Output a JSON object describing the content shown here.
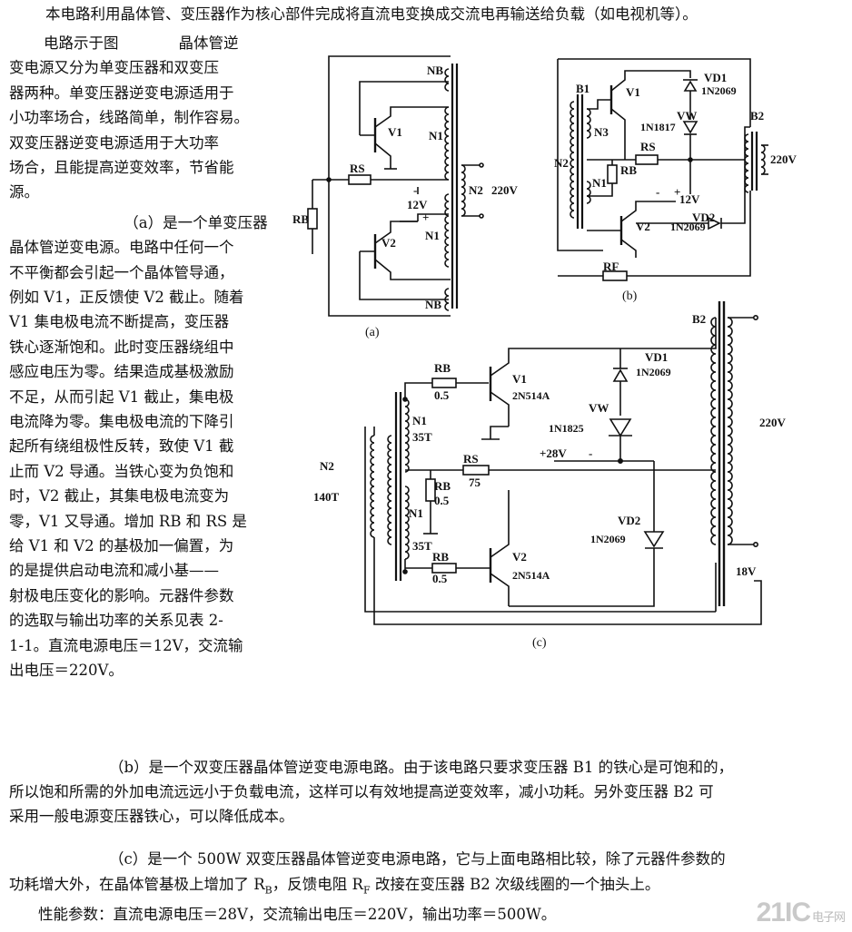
{
  "text": {
    "intro": "本电路利用晶体管、变压器作为核心部件完成将直流电变换成交流电再输送给负载（如电视机等）。",
    "left_lines": [
      "电路示于图　　　　晶体管逆",
      "变电源又分为单变压器和双变压",
      "器两种。单变压器逆变电源适用于",
      "小功率场合，线路简单，制作容易。",
      "双变压器逆变电源适用于大功率",
      "场合，且能提高逆变效率，节省能",
      "源。",
      "　（a）是一个单变压器",
      "晶体管逆变电源。电路中任何一个",
      "不平衡都会引起一个晶体管导通，",
      "例如 V1，正反馈使 V2 截止。随着",
      "V1 集电极电流不断提高，变压器",
      "铁心逐渐饱和。此时变压器绕组中",
      "感应电压为零。结果造成基极激励",
      "不足，从而引起 V1 截止，集电极",
      "电流降为零。集电极电流的下降引",
      "起所有绕组极性反转，致使 V1 截",
      "止而 V2 导通。当铁心变为负饱和",
      "时，V2 截止，其集电极电流变为",
      "零，V1 又导通。增加 RB 和 RS 是",
      "给 V1 和 V2 的基极加一偏置，为",
      "的是提供启动电流和减小基——",
      "射极电压变化的影响。元器件参数",
      "的选取与输出功率的关系见表 2-",
      "1-1。直流电源电压＝12V，交流输",
      "出电压＝220V。"
    ],
    "para_b_1": "（b）是一个双变压器晶体管逆变电源电路。由于该电路只要求变压器 B1 的铁心是可饱和的，",
    "para_b_2": "所以饱和所需的外加电流远远小于负载电流，这样可以有效地提高逆变效率，减小功耗。另外变压器 B2 可",
    "para_b_3": "采用一般电源变压器铁心，可以降低成本。",
    "para_c_1": "（c）是一个 500W 双变压器晶体管逆变电源电路，它与上面电路相比较，除了元器件参数的",
    "para_c_2": "功耗增大外，在晶体管基极上增加了 R",
    "para_c_2_sub1": "B",
    "para_c_2_mid": "，反馈电阻 R",
    "para_c_2_sub2": "F",
    "para_c_2_end": " 改接在变压器 B2 次级线圈的一个抽头上。",
    "perf": "性能参数：直流电源电压＝28V，交流输出电压＝220V，输出功率＝500W。"
  },
  "circuit_a": {
    "caption": "(a)",
    "labels": [
      "NB",
      "V1",
      "N1",
      "RS",
      "220V",
      "N2",
      "RB",
      "12V",
      "-",
      "+",
      "V2",
      "N1",
      "NB"
    ]
  },
  "circuit_b": {
    "caption": "(b)",
    "labels": [
      "B1",
      "V1",
      "VD1",
      "1N2069",
      "VW",
      "1N1817",
      "B2",
      "N3",
      "RS",
      "220V",
      "N2",
      "RB",
      "N1",
      "-",
      "12V",
      "+",
      "V2",
      "VD2",
      "1N2069",
      "RF"
    ]
  },
  "circuit_c": {
    "caption": "(c)",
    "labels": [
      "B2",
      "VD1",
      "1N2069",
      "RB",
      "V1",
      "0.5",
      "2N514A",
      "220V",
      "N1",
      "VW",
      "35T",
      "1N1825",
      "N2",
      "+28V",
      "-",
      "RS",
      "140T",
      "RB",
      "75",
      "0.5",
      "VD2",
      "N1",
      "1N2069",
      "35T",
      "RB",
      "V2",
      "18V",
      "0.5",
      "2N514A"
    ]
  },
  "watermark": {
    "main": "21IC",
    "sub": "电子网"
  }
}
